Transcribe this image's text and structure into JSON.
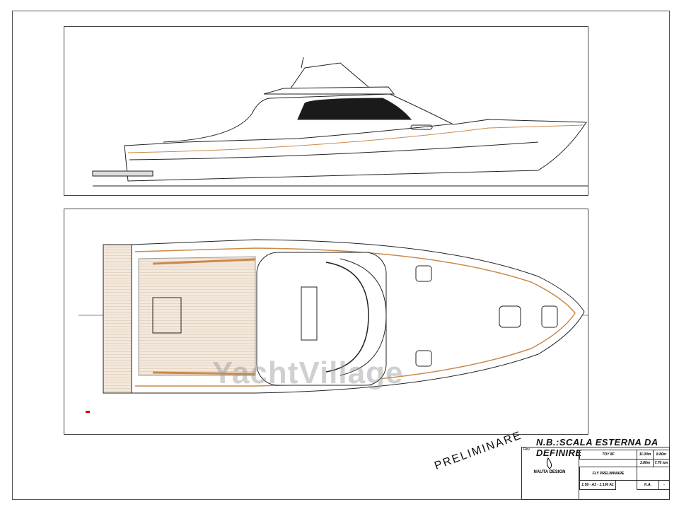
{
  "drawing": {
    "views": [
      "side-profile",
      "deck-plan"
    ],
    "note": "N.B.:SCALA ESTERNA DA DEFINIRE",
    "stamp": "PRELIMINARE",
    "watermark": "YachtVillage"
  },
  "title_block": {
    "rev_label": "Rev.",
    "brand": "NAUTA DESIGN",
    "project": "TOY 8F",
    "description": "FLY  PRELIMINARE",
    "loa": "11.00m",
    "lwl": "8.80m",
    "beam": "3.80m",
    "displacement": "7.70 ton",
    "scale": "1:50 - A3 - 1:100 A1",
    "drawn_by": "K.A.",
    "sheet": "-"
  },
  "colors": {
    "wood": "#c98a4a",
    "line": "#222222",
    "window": "#1a1a1a"
  }
}
